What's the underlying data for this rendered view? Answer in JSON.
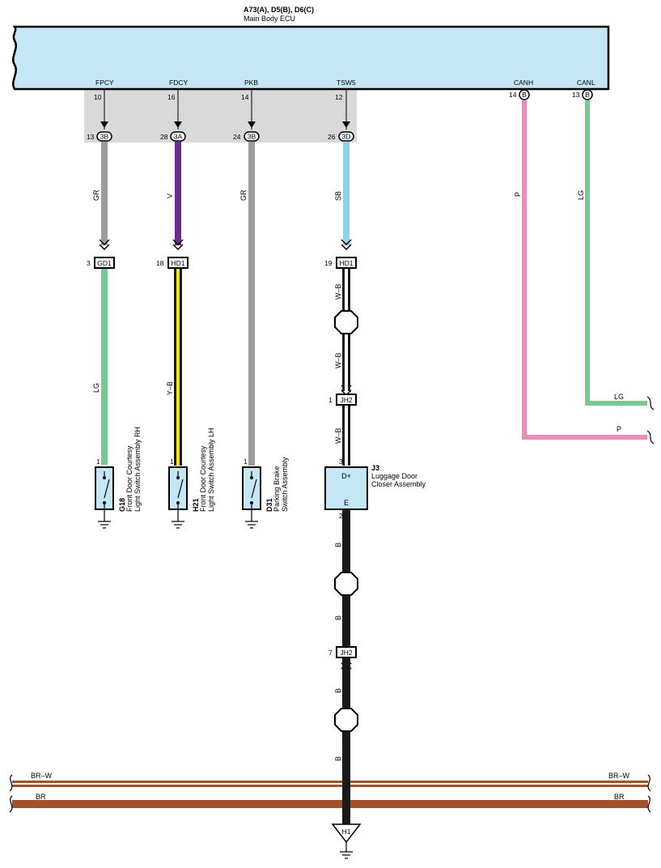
{
  "ecu": {
    "code": "A73(A), D5(B), D6(C)",
    "name": "Main Body ECU",
    "pins": [
      {
        "label": "FPCY",
        "num": "10"
      },
      {
        "label": "FDCY",
        "num": "16"
      },
      {
        "label": "PKB",
        "num": "14"
      },
      {
        "label": "TSW5",
        "num": "12"
      },
      {
        "label": "CANH",
        "num": "14"
      },
      {
        "label": "CANL",
        "num": "13"
      }
    ],
    "can_connector": "B"
  },
  "connectors": [
    {
      "num": "13",
      "code": "3B"
    },
    {
      "num": "28",
      "code": "3A"
    },
    {
      "num": "24",
      "code": "3B"
    },
    {
      "num": "26",
      "code": "3D"
    }
  ],
  "wires": {
    "w1a": "GR",
    "w2a": "V",
    "w3": "GR",
    "w4a": "SB",
    "canh": "P",
    "canl": "LG",
    "w1b": "LG",
    "w2b": "Y–B",
    "w4b": "W–B",
    "w4c": "W–B",
    "w4d": "W–B",
    "g1": "B",
    "g2": "B",
    "g3": "B",
    "g4": "B"
  },
  "junctions": [
    {
      "num": "3",
      "code": "GD1"
    },
    {
      "num": "18",
      "code": "HD1"
    },
    {
      "num": "19",
      "code": "HD1"
    },
    {
      "num": "1",
      "code": "JH2"
    },
    {
      "num": "7",
      "code": "JH2"
    }
  ],
  "right_wires": {
    "lg": "LG",
    "p": "P"
  },
  "components": [
    {
      "pin": "1",
      "code": "G18",
      "line1": "Front Door Courtesy",
      "line2": "Light Switch Assembly RH"
    },
    {
      "pin": "1",
      "code": "H21",
      "line1": "Front Door Courtesy",
      "line2": "Light Switch Assembly LH"
    },
    {
      "pin": "1",
      "code": "D31",
      "line1": "Parking Brake",
      "line2": "Switch Assembly"
    }
  ],
  "closer": {
    "code": "J3",
    "line1": "Luggage Door",
    "line2": "Closer Assembly",
    "pin_top": "3",
    "term_top": "D+",
    "term_bottom": "E",
    "pin_bottom": "2"
  },
  "bus": {
    "brw": "BR–W",
    "br": "BR"
  },
  "ground": {
    "code": "H1"
  },
  "colors": {
    "ecu_fill": "#c5e6f4",
    "gray_band": "#d9d9d9",
    "gr": "#9c9c9c",
    "violet": "#6a2d8f",
    "sb": "#8ed2f2",
    "pink": "#f08cbd",
    "lg": "#79c794",
    "yellow": "#f4e51a",
    "brown": "#a0522d",
    "black": "#1a1a1a"
  }
}
